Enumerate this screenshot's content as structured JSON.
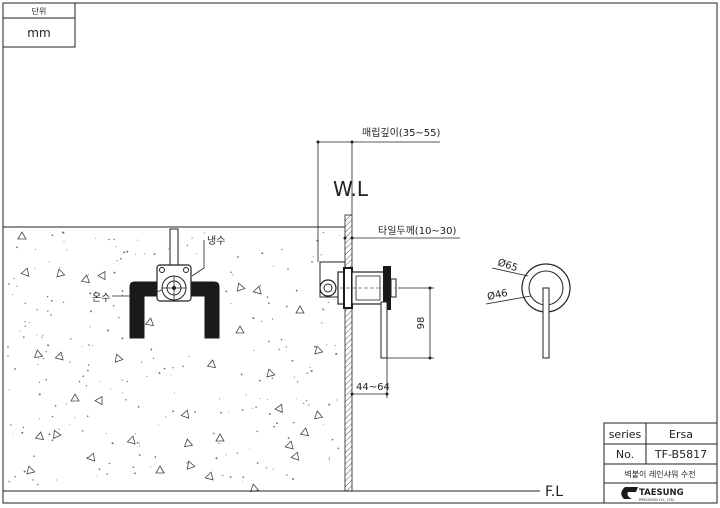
{
  "unit_box": {
    "label": "단위",
    "value": "mm"
  },
  "labels": {
    "wall_line": "W.L",
    "floor_line": "F.L",
    "embed_depth": "매립깊이(35~55)",
    "tile_thickness": "타일두께(10~30)",
    "cold_water": "냉수",
    "hot_water": "온수",
    "dim_height": "98",
    "dim_projection": "44~64",
    "diameter_outer": "Ø65",
    "diameter_inner": "Ø46"
  },
  "title_block": {
    "series_label": "series",
    "series_value": "Ersa",
    "no_label": "No.",
    "no_value": "TF-B5817",
    "description": "벽붙이 레인샤워 수전",
    "brand": "TAESUNG",
    "brand_sub": "PRECISION CO., LTD."
  },
  "colors": {
    "line": "#222222",
    "pipe": "#1a1a1a",
    "concrete_dot": "#6a6a6a"
  }
}
